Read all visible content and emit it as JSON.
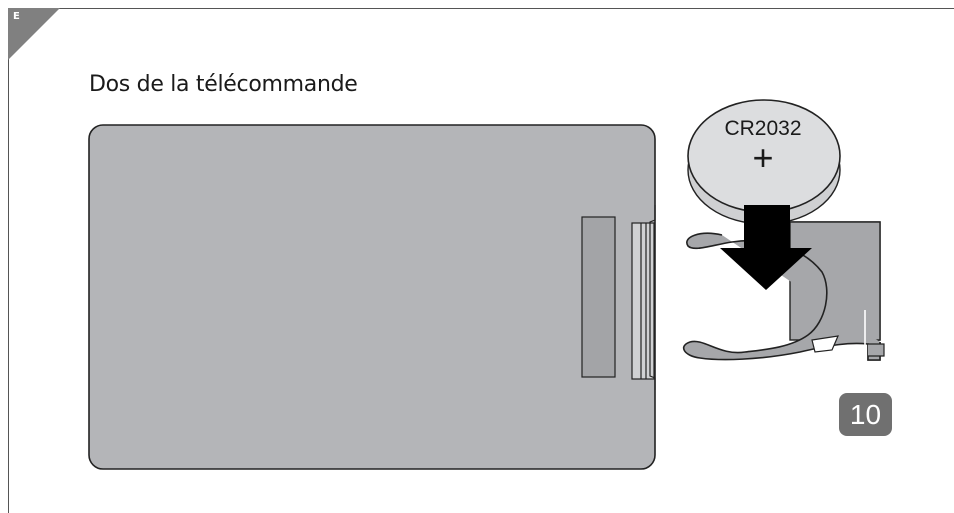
{
  "section_marker": "E",
  "heading": "Dos de la télécommande",
  "battery": {
    "model": "CR2032",
    "polarity_symbol": "+"
  },
  "callout": {
    "number": "10"
  },
  "colors": {
    "remote_body": "#b4b5b8",
    "tray": "#a6a7aa",
    "battery": "#d9dadb",
    "arrow": "#000000",
    "badge": "#707070"
  }
}
